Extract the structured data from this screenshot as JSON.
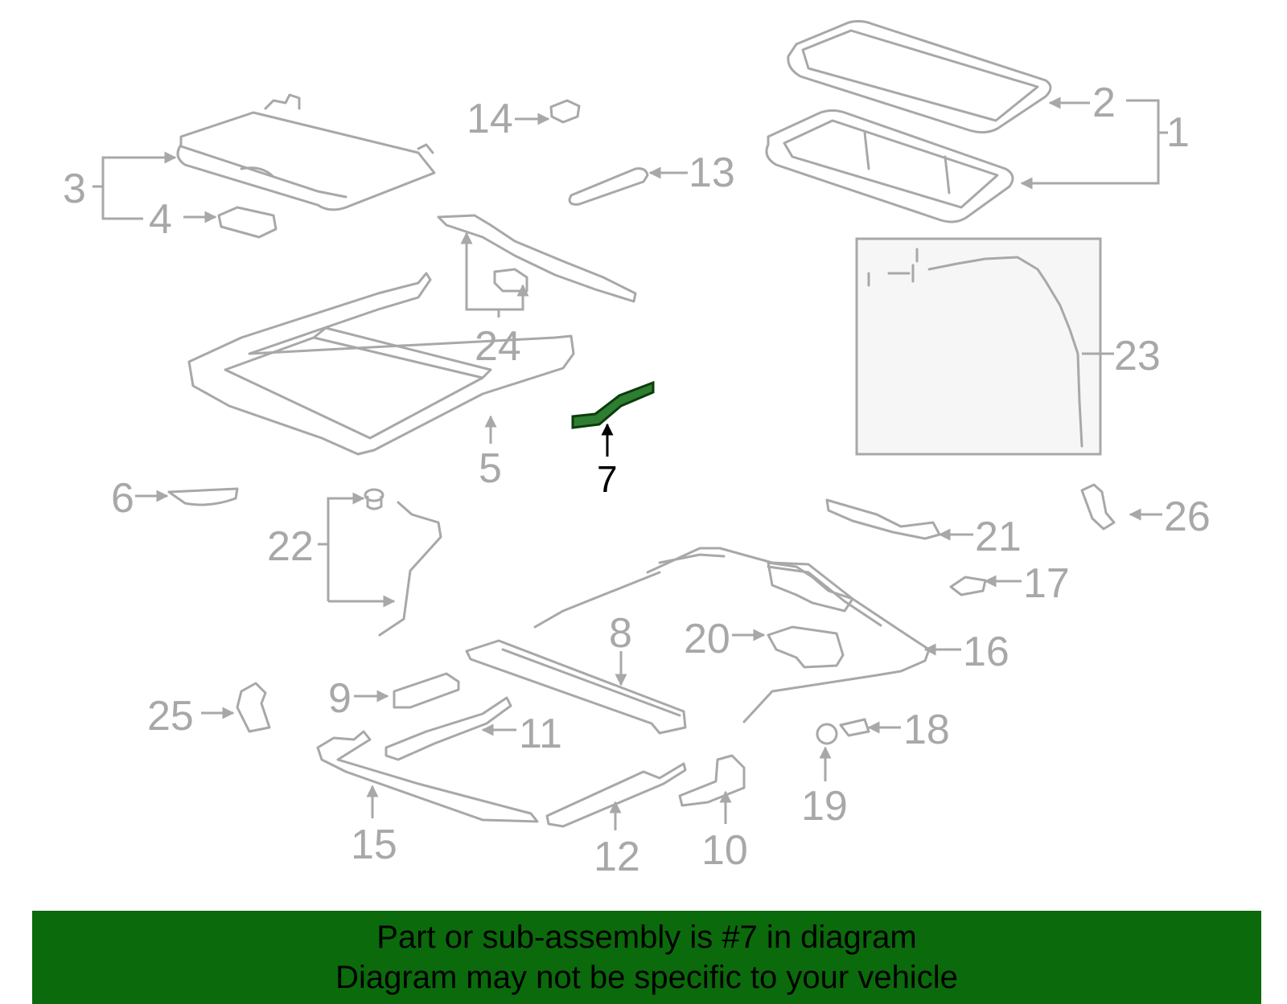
{
  "callouts": {
    "c1": "1",
    "c2": "2",
    "c3": "3",
    "c4": "4",
    "c5": "5",
    "c6": "6",
    "c7": "7",
    "c8": "8",
    "c9": "9",
    "c10": "10",
    "c11": "11",
    "c12": "12",
    "c13": "13",
    "c14": "14",
    "c15": "15",
    "c16": "16",
    "c17": "17",
    "c18": "18",
    "c19": "19",
    "c20": "20",
    "c21": "21",
    "c22": "22",
    "c23": "23",
    "c24": "24",
    "c25": "25",
    "c26": "26"
  },
  "highlighted_part": "7",
  "highlight_color": "#2e7d32",
  "banner": {
    "line1": "Part or sub-assembly is #7 in diagram",
    "line2": "Diagram may not be specific to your vehicle",
    "background": "#0b6a0b"
  }
}
